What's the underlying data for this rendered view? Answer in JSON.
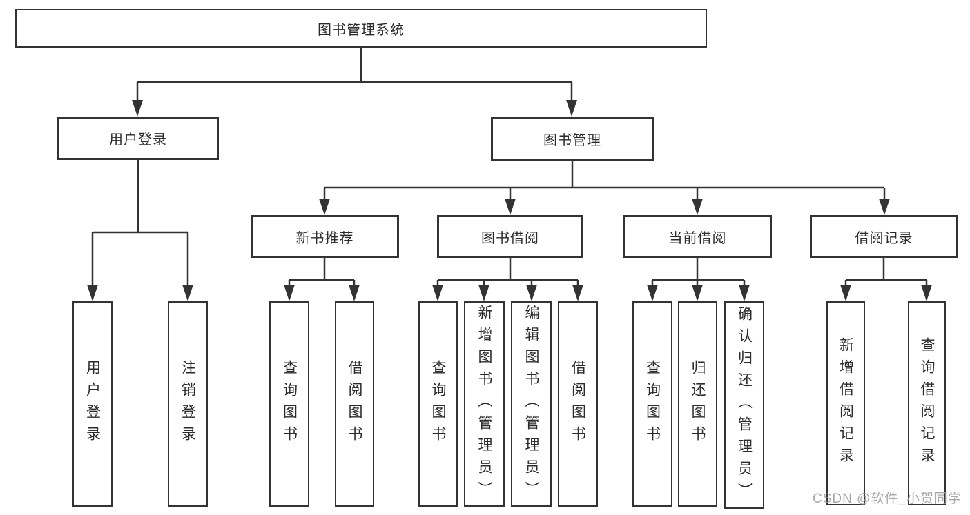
{
  "meta": {
    "line_color": "#333333",
    "text_color": "#2b2b2b",
    "background_color": "#ffffff",
    "watermark_color": "#9a9a9a"
  },
  "root": {
    "label": "图书管理系统",
    "children": [
      {
        "label": "用户登录",
        "children": [
          "用户登录",
          "注销登录"
        ]
      },
      {
        "label": "图书管理",
        "children": [
          {
            "label": "新书推荐",
            "children": [
              "查询图书",
              "借阅图书"
            ]
          },
          {
            "label": "图书借阅",
            "children": [
              "查询图书",
              "新增图书（管理员）",
              "编辑图书（管理员）",
              "借阅图书"
            ]
          },
          {
            "label": "当前借阅",
            "children": [
              "查询图书",
              "归还图书",
              "确认归还（管理员）"
            ]
          },
          {
            "label": "借阅记录",
            "children": [
              "新增借阅记录",
              "查询借阅记录"
            ]
          }
        ]
      }
    ]
  },
  "watermark": {
    "text": "CSDN @软件_小贺同学"
  }
}
